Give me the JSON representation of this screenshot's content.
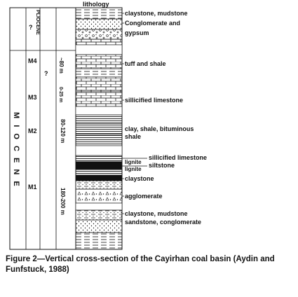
{
  "diagram": {
    "header": "lithology",
    "epoch_labels": {
      "pliocene": "PLIOCENE",
      "miocene": "M I O C E N E"
    },
    "stage_labels": [
      "?",
      "M4",
      "?",
      "M3",
      "M2",
      "M1"
    ],
    "thickness_labels": [
      "~80 m",
      "0-25 m",
      "80-120 m",
      "180-200 m"
    ],
    "lithology_labels": [
      "claystone, mudstone",
      "Conglomerate and",
      "gypsum",
      "tuff and shale",
      "sillicified limestone",
      "clay, shale, bituminous",
      "shale",
      "sillicified limestone",
      "siltstone",
      "lignite",
      "lignite",
      "claystone",
      "agglomerate",
      "claystone, mudstone",
      "sandstone, conglomerate"
    ]
  },
  "caption": "Figure 2—Vertical cross-section of the Cayirhan coal basin (Aydin and Funfstuck, 1988)"
}
